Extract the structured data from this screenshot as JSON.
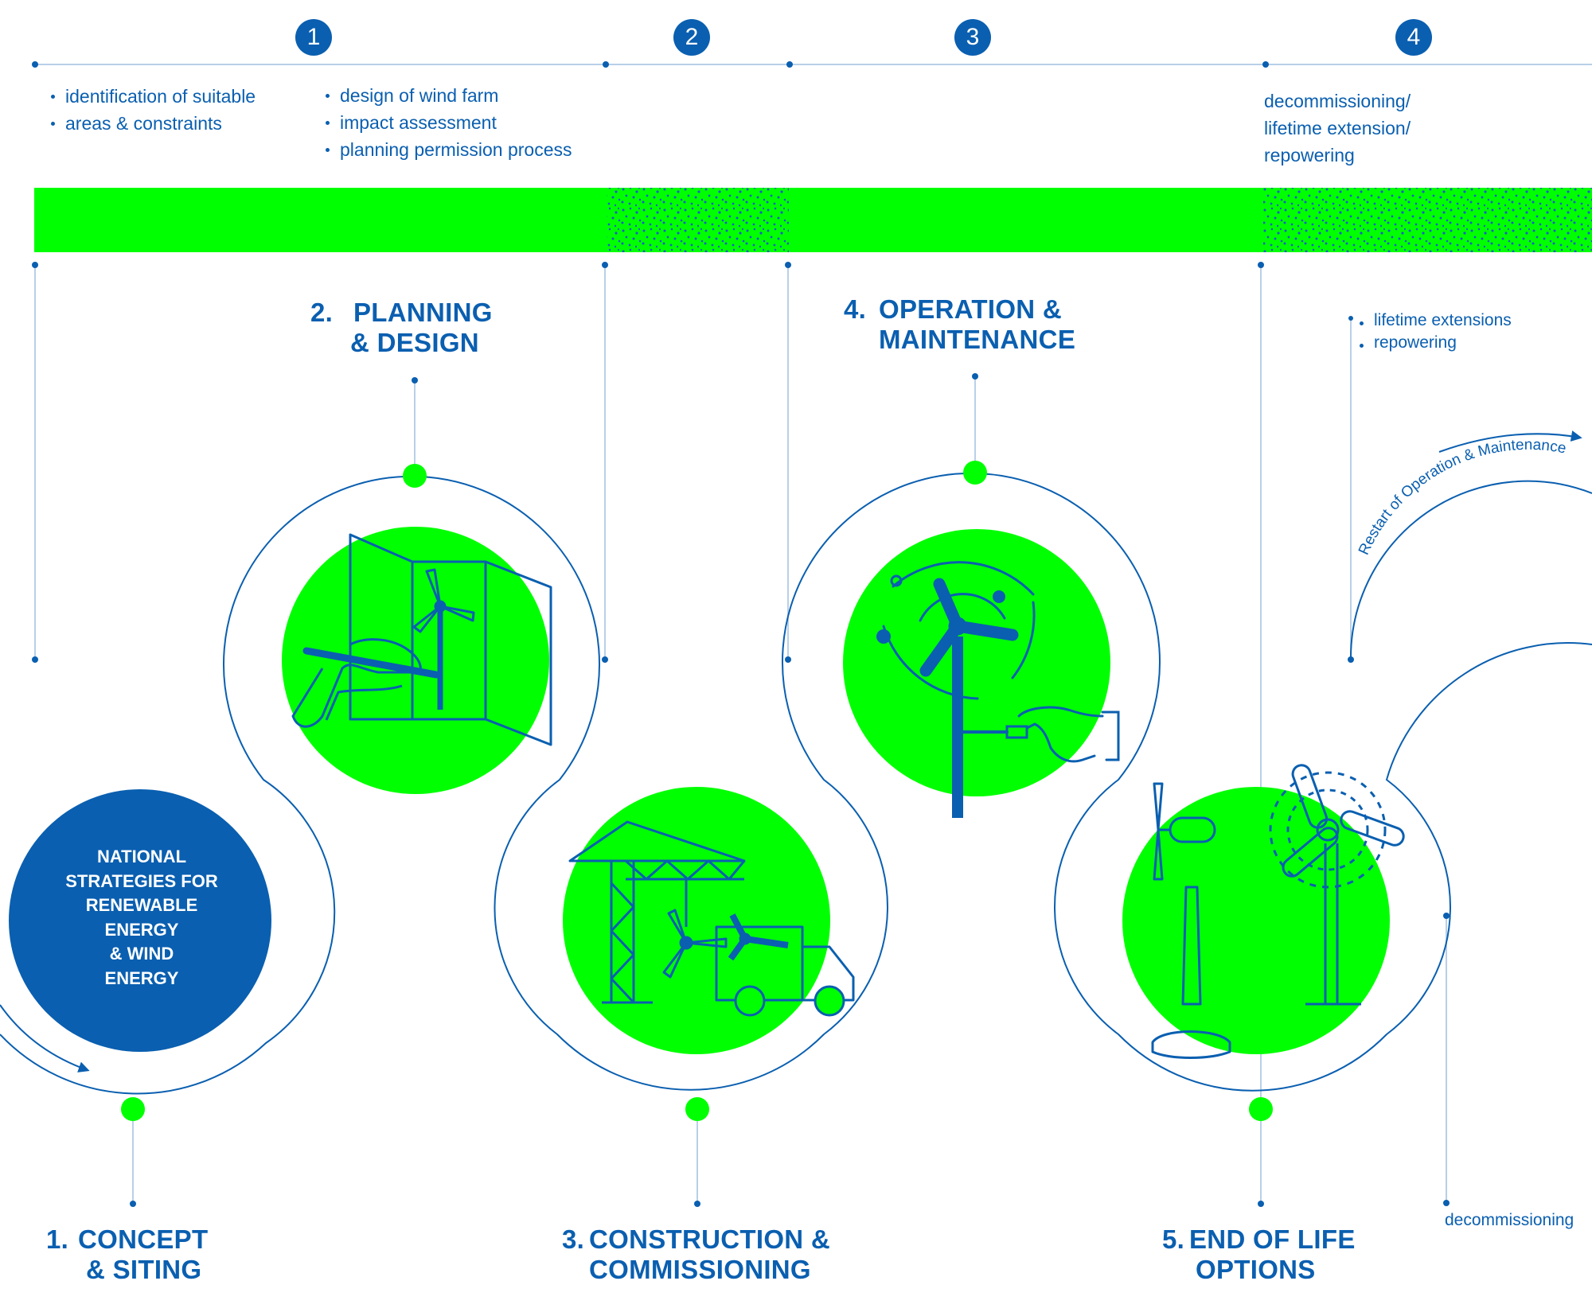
{
  "timeline": {
    "phases": [
      {
        "number": "1"
      },
      {
        "number": "2"
      },
      {
        "number": "3"
      },
      {
        "number": "4"
      }
    ],
    "phase1_left_bullets": [
      "identification of suitable",
      "areas & constraints"
    ],
    "phase1_right_bullets": [
      "design of wind farm",
      "impact assessment",
      "planning permission process"
    ],
    "phase4_text": [
      "decommissioning/",
      "lifetime extension/",
      "repowering"
    ],
    "bar_colors": {
      "solid": "#00ff00",
      "dots": "#1a5fc4"
    }
  },
  "stages": [
    {
      "number": "1.",
      "line1": "CONCEPT",
      "line2": "& SITING"
    },
    {
      "number": "2.",
      "line1": "PLANNING",
      "line2": "& DESIGN"
    },
    {
      "number": "3.",
      "line1": "CONSTRUCTION &",
      "line2": "COMMISSIONING"
    },
    {
      "number": "4.",
      "line1": "OPERATION &",
      "line2": "MAINTENANCE"
    },
    {
      "number": "5.",
      "line1": "END OF LIFE",
      "line2": "OPTIONS"
    }
  ],
  "hub": {
    "lines": [
      "NATIONAL",
      "STRATEGIES FOR",
      "RENEWABLE",
      "ENERGY",
      "& WIND",
      "ENERGY"
    ]
  },
  "right_notes": {
    "lifetime": [
      "lifetime extensions",
      "repowering"
    ],
    "restart": "Restart of Operation & Maintenance",
    "decommissioning": "decommissioning"
  },
  "colors": {
    "blue": "#0a5fb0",
    "green": "#00ff00",
    "line": "#b8d0e8"
  },
  "icons": [
    "drawing-hand-icon",
    "crane-truck-icon",
    "turbine-service-icon",
    "end-of-life-turbine-icon",
    "arrow-icon"
  ]
}
